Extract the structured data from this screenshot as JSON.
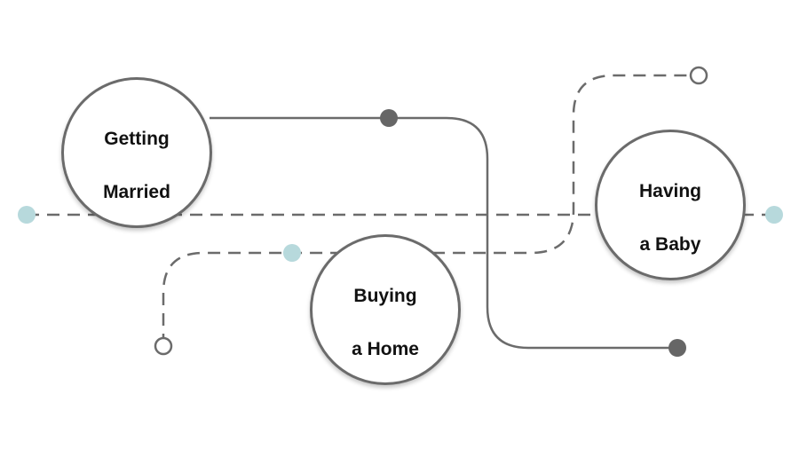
{
  "nodes": {
    "married": {
      "line1": "Getting",
      "line2": "Married"
    },
    "home": {
      "line1": "Buying",
      "line2": "a Home"
    },
    "baby": {
      "line1": "Having",
      "line2": "a Baby"
    }
  },
  "colors": {
    "line": "#6b6b6b",
    "teal_dot": "#b7d9dc",
    "dark_dot": "#666666",
    "node_border": "#6b6b6b"
  }
}
